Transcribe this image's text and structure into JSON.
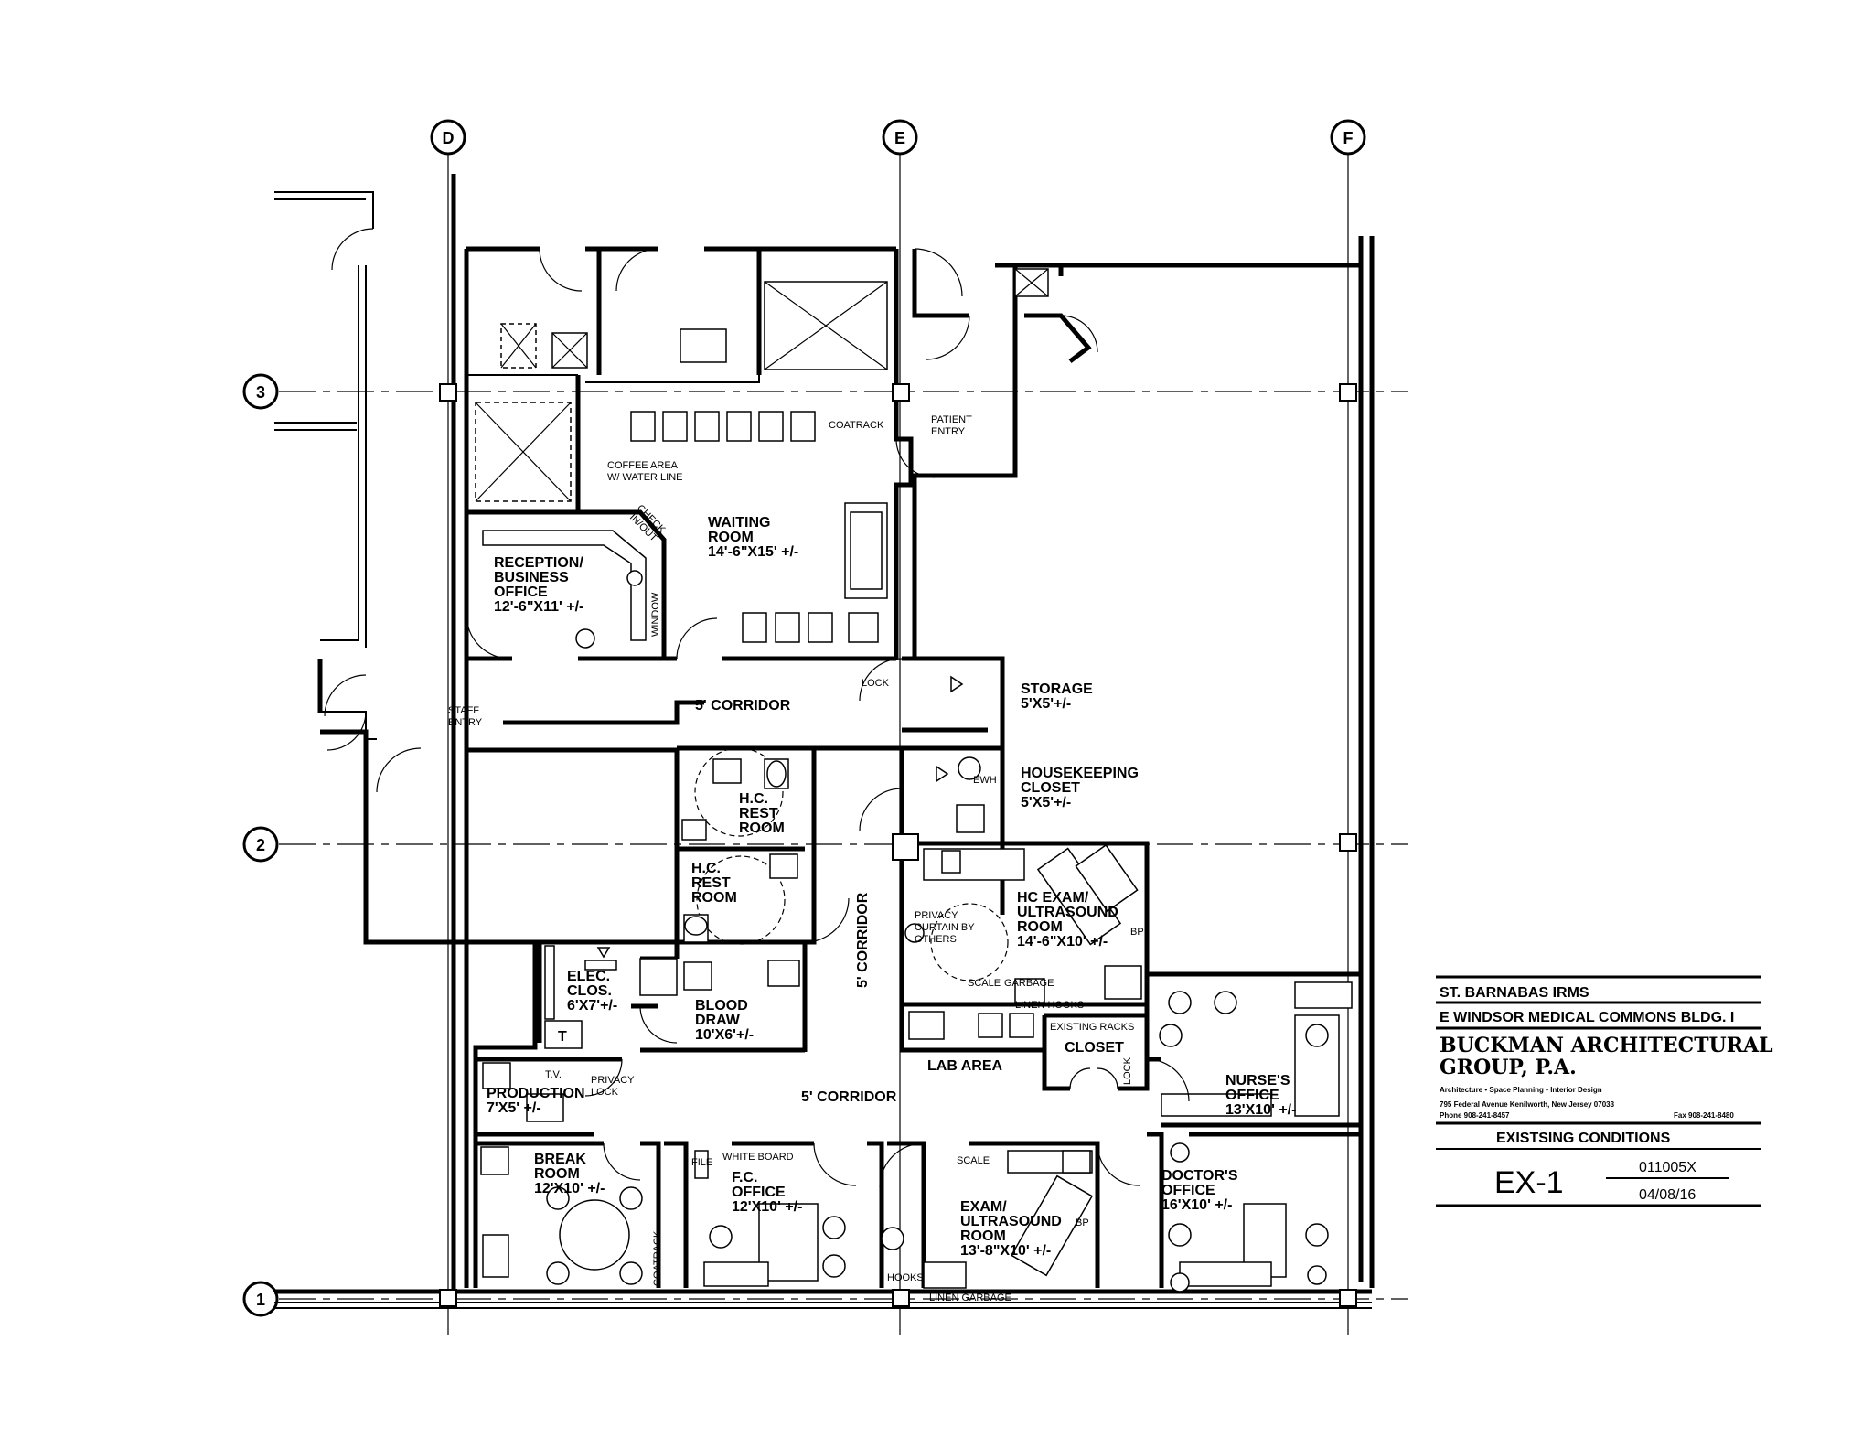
{
  "grid": {
    "columns": [
      "D",
      "E",
      "F"
    ],
    "rows": [
      "3",
      "2",
      "1"
    ]
  },
  "rooms": {
    "waiting_name": "WAITING",
    "waiting_name2": "ROOM",
    "waiting_size": "14'-6\"X15' +/-",
    "reception_1": "RECEPTION/",
    "reception_2": "BUSINESS",
    "reception_3": "OFFICE",
    "reception_size": "12'-6\"X11' +/-",
    "storage": "STORAGE",
    "storage_size": "5'X5'+/-",
    "housekeeping_1": "HOUSEKEEPING",
    "housekeeping_2": "CLOSET",
    "housekeeping_size": "5'X5'+/-",
    "restroom1_a": "H.C.",
    "restroom1_b": "REST",
    "restroom1_c": "ROOM",
    "restroom2_a": "H.C.",
    "restroom2_b": "REST",
    "restroom2_c": "ROOM",
    "hc_exam_1": "HC EXAM/",
    "hc_exam_2": "ULTRASOUND",
    "hc_exam_3": "ROOM",
    "hc_exam_size": "14'-6\"X10' +/-",
    "elec_1": "ELEC.",
    "elec_2": "CLOS.",
    "elec_size": "6'X7'+/-",
    "blood_1": "BLOOD",
    "blood_2": "DRAW",
    "blood_size": "10'X6'+/-",
    "lab": "LAB AREA",
    "closet": "CLOSET",
    "production": "PRODUCTION",
    "production_size": "7'X5' +/-",
    "break_1": "BREAK",
    "break_2": "ROOM",
    "break_size": "12'X10' +/-",
    "fc_1": "F.C.",
    "fc_2": "OFFICE",
    "fc_size": "12'X10' +/-",
    "exam2_1": "EXAM/",
    "exam2_2": "ULTRASOUND",
    "exam2_3": "ROOM",
    "exam2_size": "13'-8\"X10' +/-",
    "nurse_1": "NURSE'S",
    "nurse_2": "OFFICE",
    "nurse_size": "13'X10' +/-",
    "doctor_1": "DOCTOR'S",
    "doctor_2": "OFFICE",
    "doctor_size": "16'X10' +/-",
    "corridor_top": "5' CORRIDOR",
    "corridor_vert": "5' CORRIDOR",
    "corridor_bottom": "5' CORRIDOR"
  },
  "notes": {
    "coatrack": "COATRACK",
    "patient_1": "PATIENT",
    "patient_2": "ENTRY",
    "coffee_1": "COFFEE AREA",
    "coffee_2": "W/ WATER LINE",
    "check_1": "CHECK",
    "check_2": "IN/OUT",
    "window": "WINDOW",
    "staff_1": "STAFF",
    "staff_2": "ENTRY",
    "lock1": "LOCK",
    "ewh": "EWH",
    "privacy_1": "PRIVACY",
    "privacy_2": "CURTAIN BY",
    "privacy_3": "OTHERS",
    "bp1": "BP",
    "scale1": "SCALE",
    "garbage1": "GARBAGE",
    "linen_hooks": "LINEN HOOKS",
    "existing_racks": "EXISTING RACKS",
    "lock2": "LOCK",
    "tv": "T.V.",
    "privacy_lock_1": "PRIVACY",
    "privacy_lock_2": "LOCK",
    "file": "FILE",
    "white_board": "WHITE BOARD",
    "scale2": "SCALE",
    "bp2": "BP",
    "hooks": "HOOKS",
    "linen_garbage": "LINEN GARBAGE",
    "coatrack2": "COATRACK",
    "t_panel": "T"
  },
  "title_block": {
    "client": "ST. BARNABAS IRMS",
    "project": "E WINDSOR MEDICAL COMMONS BLDG. I",
    "firm_1": "BUCKMAN ARCHITECTURAL",
    "firm_2": "GROUP, P.A.",
    "services": "Architecture  •  Space Planning  •  Interior Design",
    "address": "795 Federal Avenue  Kenilworth, New Jersey  07033",
    "phone": "Phone 908-241-8457",
    "fax": "Fax 908-241-8480",
    "drawing_title": "EXISTSING CONDITIONS",
    "sheet": "EX-1",
    "job": "011005X",
    "date": "04/08/16"
  }
}
